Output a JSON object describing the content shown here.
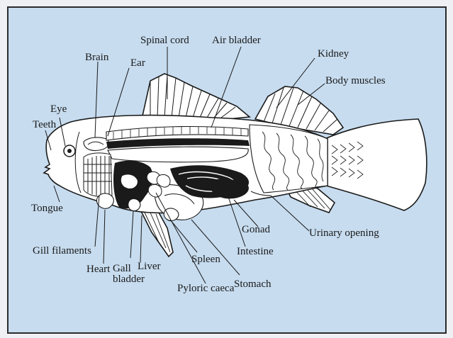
{
  "labels": {
    "spinal_cord": "Spinal cord",
    "air_bladder": "Air bladder",
    "kidney": "Kidney",
    "body_muscles": "Body muscles",
    "brain": "Brain",
    "ear": "Ear",
    "eye": "Eye",
    "teeth": "Teeth",
    "tongue": "Tongue",
    "gill_filaments": "Gill filaments",
    "heart": "Heart",
    "liver": "Liver",
    "gall_bladder_line1": "Gall",
    "gall_bladder_line2": "bladder",
    "spleen": "Spleen",
    "pyloric_caeca": "Pyloric caeca",
    "stomach": "Stomach",
    "intestine": "Intestine",
    "gonad": "Gonad",
    "urinary_opening": "Urinary opening"
  },
  "colors": {
    "panel_background": "#c7dcef",
    "outline": "#1a1a1a",
    "fish_fill": "#ffffff"
  }
}
